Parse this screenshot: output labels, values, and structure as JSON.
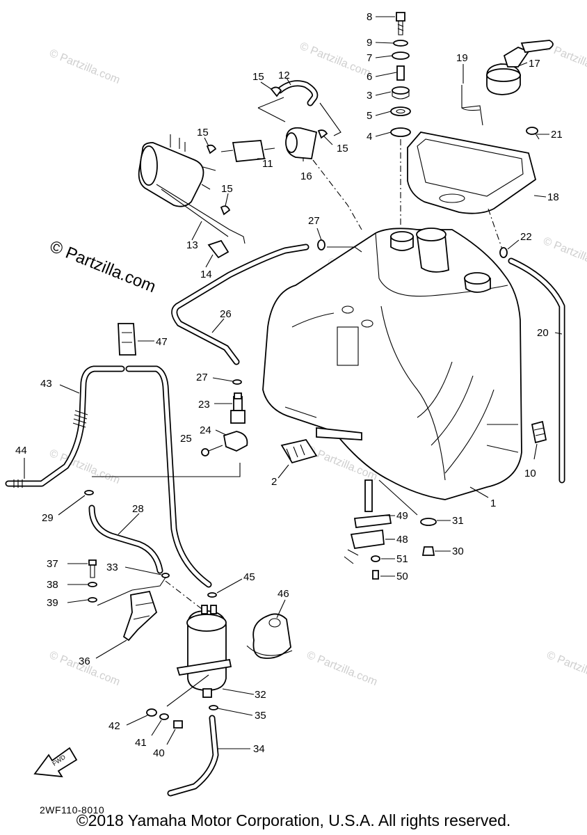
{
  "diagram": {
    "code": "2WF110-8010",
    "copyright": "©2018 Yamaha Motor Corporation, U.S.A. All rights reserved.",
    "watermark_main": "© Partzilla.com",
    "watermark_small": "© Partzilla.com",
    "fwd_label": "FWD",
    "part_numbers": [
      "1",
      "2",
      "3",
      "4",
      "5",
      "6",
      "7",
      "8",
      "9",
      "10",
      "11",
      "12",
      "13",
      "14",
      "15",
      "16",
      "17",
      "18",
      "19",
      "20",
      "21",
      "22",
      "23",
      "24",
      "25",
      "26",
      "27",
      "28",
      "29",
      "30",
      "31",
      "32",
      "33",
      "34",
      "35",
      "36",
      "37",
      "38",
      "39",
      "40",
      "41",
      "42",
      "43",
      "44",
      "45",
      "46",
      "47",
      "48",
      "49",
      "50",
      "51"
    ]
  }
}
